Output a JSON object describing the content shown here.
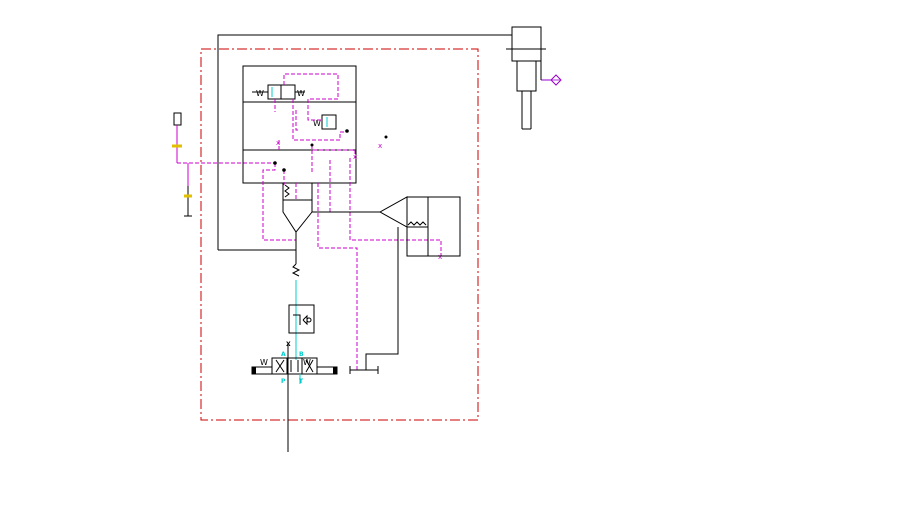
{
  "diagram": {
    "title": "",
    "colors": {
      "background": "#ffffff",
      "line": "#000000",
      "pilot": "#cc00cc",
      "pressure": "#00cccc",
      "boundary": "#cc0000",
      "accent": "#e0c000",
      "cylinder_port": "#9900cc"
    },
    "labels": {
      "spring_top_valve": "W",
      "spring_top_valve_right": "W",
      "spring_mid_valve": "W",
      "dir_valve_left_spring": "W",
      "dir_valve_right_spring": "W",
      "port_p": "P",
      "port_t": "T",
      "port_a": "A",
      "port_b": "B",
      "port_x": "X"
    },
    "components": [
      {
        "id": "cylinder",
        "kind": "double-acting-cylinder",
        "icon": "cylinder-icon"
      },
      {
        "id": "filter",
        "kind": "filter",
        "icon": "filter-diamond-icon"
      },
      {
        "id": "pressure-switch",
        "kind": "gauge",
        "icon": "gauge-icon"
      },
      {
        "id": "shuttle-block",
        "kind": "manifold-block",
        "icon": "manifold-icon"
      },
      {
        "id": "solenoid-valve-top",
        "kind": "2-position-valve",
        "icon": "valve-icon"
      },
      {
        "id": "pilot-valve-mid",
        "kind": "pilot-valve",
        "icon": "valve-icon"
      },
      {
        "id": "check-spring",
        "kind": "spring-check",
        "icon": "spring-icon"
      },
      {
        "id": "accumulator",
        "kind": "accumulator",
        "icon": "accumulator-icon"
      },
      {
        "id": "shuttle-valve",
        "kind": "shuttle-valve",
        "icon": "shuttle-icon"
      },
      {
        "id": "directional-valve",
        "kind": "4-3-directional-valve",
        "icon": "directional-valve-icon"
      },
      {
        "id": "tank",
        "kind": "reservoir",
        "icon": "tank-icon"
      }
    ]
  }
}
